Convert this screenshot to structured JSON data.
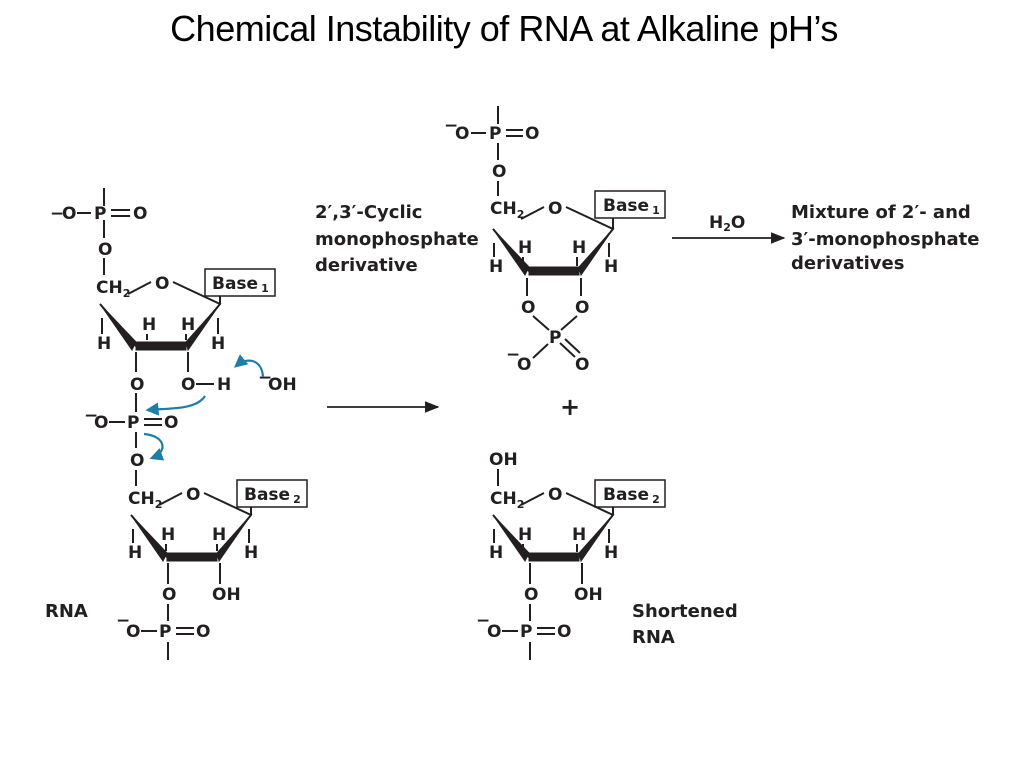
{
  "title": "Chemical Instability of RNA at Alkaline pH’s",
  "atoms": {
    "O": "O",
    "OH": "OH",
    "H": "H",
    "P": "P",
    "minus": "−",
    "ch2": "CH",
    "ch2_sub": "2",
    "plus": "+",
    "h2o_h": "H",
    "h2o_sub": "2",
    "h2o_o": "O"
  },
  "bases": {
    "base_label": "Base",
    "base1_num": "1",
    "base2_num": "2"
  },
  "captions": {
    "rna": "RNA",
    "cyclic_line1": "2′,3′-Cyclic",
    "cyclic_line2": "monophosphate",
    "cyclic_line3": "derivative",
    "mixture_line1": "Mixture  of 2′- and",
    "mixture_line2": "3′-monophosphate",
    "mixture_line3": "derivatives",
    "shortened_line1": "Shortened",
    "shortened_line2": "RNA"
  },
  "colors": {
    "ink": "#231f20",
    "curved_arrow": "#1b7fa8"
  }
}
